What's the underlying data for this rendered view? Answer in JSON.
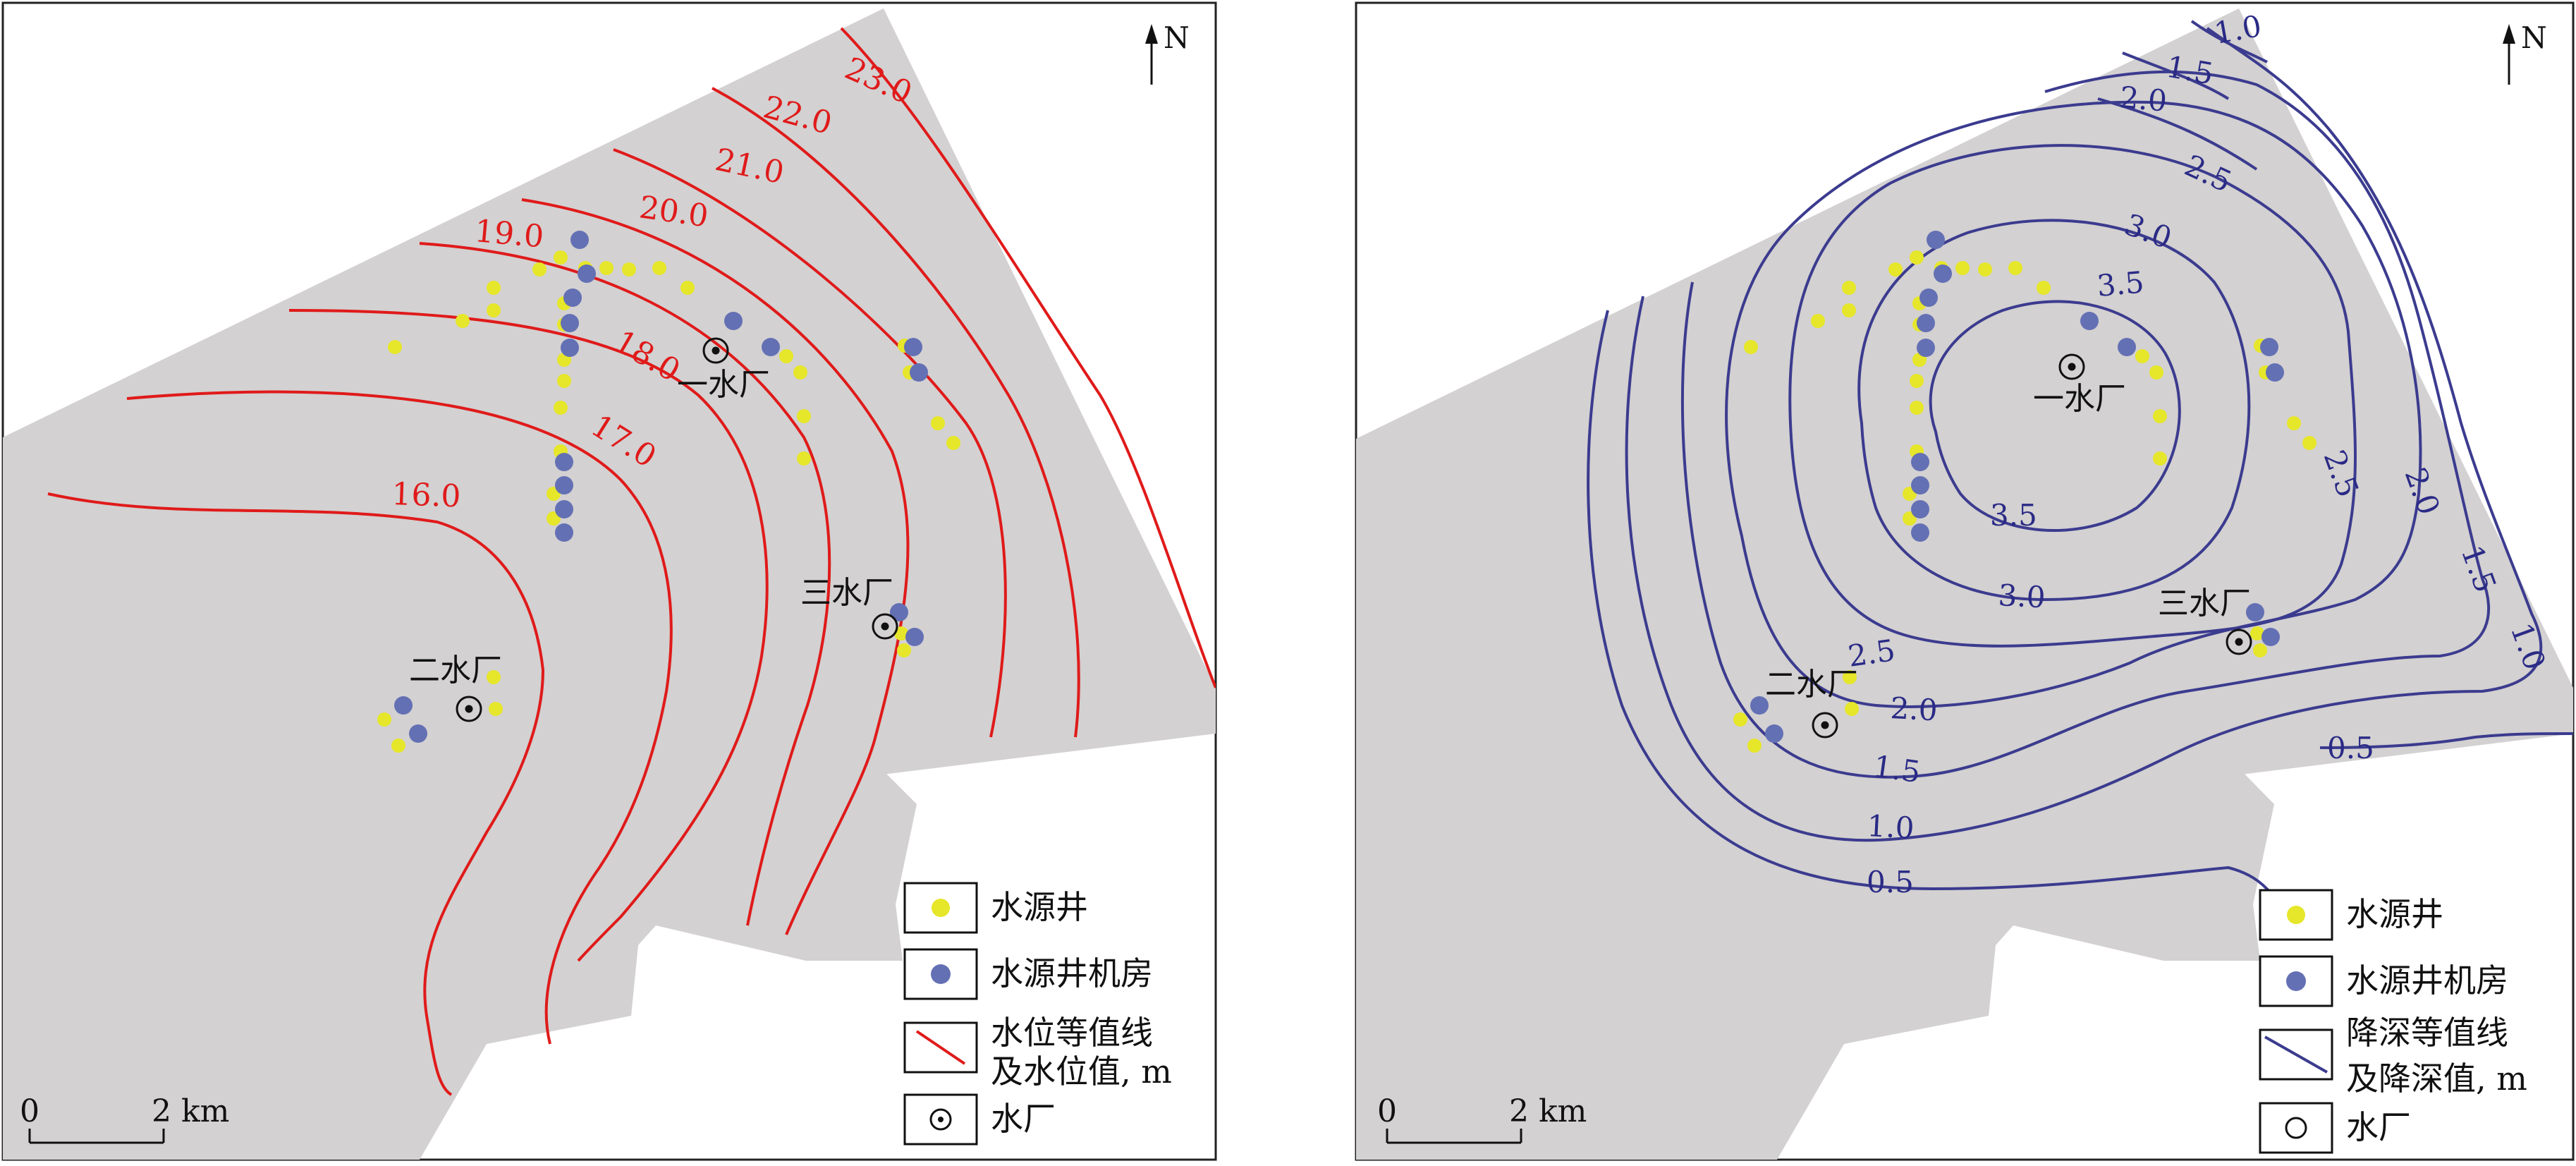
{
  "maps": [
    {
      "id": "left",
      "north_label": "N",
      "scale": {
        "zero": "0",
        "end": "2 km"
      },
      "contours": [
        "23.0",
        "22.0",
        "21.0",
        "20.0",
        "19.0",
        "18.0",
        "17.0",
        "16.0"
      ],
      "plants": [
        "一水厂",
        "三水厂",
        "二水厂"
      ],
      "legend": {
        "well": "水源井",
        "pump_house": "水源井机房",
        "contour_line_1": "水位等值线",
        "contour_line_2": "及水位值, m",
        "plant": "水厂"
      }
    },
    {
      "id": "right",
      "north_label": "N",
      "scale": {
        "zero": "0",
        "end": "2 km"
      },
      "contours": [
        "1.0",
        "1.5",
        "2.0",
        "2.5",
        "3.0",
        "3.5",
        "3.5",
        "3.0",
        "2.5",
        "2.0",
        "1.5",
        "1.0",
        "0.5",
        "2.5",
        "2.0",
        "1.5",
        "1.0",
        "0.5"
      ],
      "plants": [
        "一水厂",
        "三水厂",
        "二水厂"
      ],
      "legend": {
        "well": "水源井",
        "pump_house": "水源井机房",
        "contour_line_1": "降深等值线",
        "contour_line_2": "及降深值, m",
        "plant": "水厂"
      }
    }
  ],
  "colors": {
    "land": "#d3d1d1",
    "water_level_line": "#e01a1a",
    "drawdown_line": "#3b3b8f",
    "well": "#e6e62a",
    "pump_house": "#6470b4"
  }
}
